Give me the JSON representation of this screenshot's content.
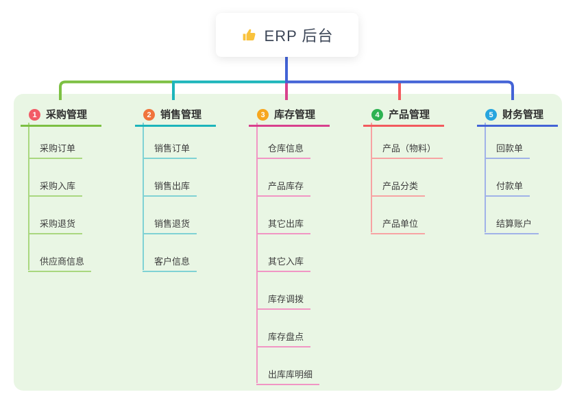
{
  "root": {
    "title": "ERP 后台",
    "icon": "thumbs-up-icon"
  },
  "branches": [
    {
      "index": "1",
      "title": "采购管理",
      "badge_color": "#F25B66",
      "line_color": "#7DC043",
      "child_line_color": "#A9D77F",
      "children": [
        "采购订单",
        "采购入库",
        "采购退货",
        "供应商信息"
      ]
    },
    {
      "index": "2",
      "title": "销售管理",
      "badge_color": "#F0743C",
      "line_color": "#1CB5BB",
      "child_line_color": "#7FD2D4",
      "children": [
        "销售订单",
        "销售出库",
        "销售退货",
        "客户信息"
      ]
    },
    {
      "index": "3",
      "title": "库存管理",
      "badge_color": "#F7A61E",
      "line_color": "#D8418D",
      "child_line_color": "#F195C4",
      "children": [
        "仓库信息",
        "产品库存",
        "其它出库",
        "其它入库",
        "库存调拨",
        "库存盘点",
        "出库库明细"
      ]
    },
    {
      "index": "4",
      "title": "产品管理",
      "badge_color": "#2DB251",
      "line_color": "#F25A5E",
      "child_line_color": "#F7A3A3",
      "children": [
        "产品（物料）",
        "产品分类",
        "产品单位"
      ]
    },
    {
      "index": "5",
      "title": "财务管理",
      "badge_color": "#27A5DE",
      "line_color": "#4363D6",
      "child_line_color": "#A0B2E8",
      "children": [
        "回款单",
        "付款单",
        "结算账户"
      ]
    }
  ],
  "colors": {
    "canvas_bg": "#FFFFFF",
    "container_bg": "#E9F6E4",
    "root_connector": "#4363D6",
    "root_icon": "#F9C23C",
    "title_text": "#303030",
    "child_text": "#3D3D3D"
  }
}
